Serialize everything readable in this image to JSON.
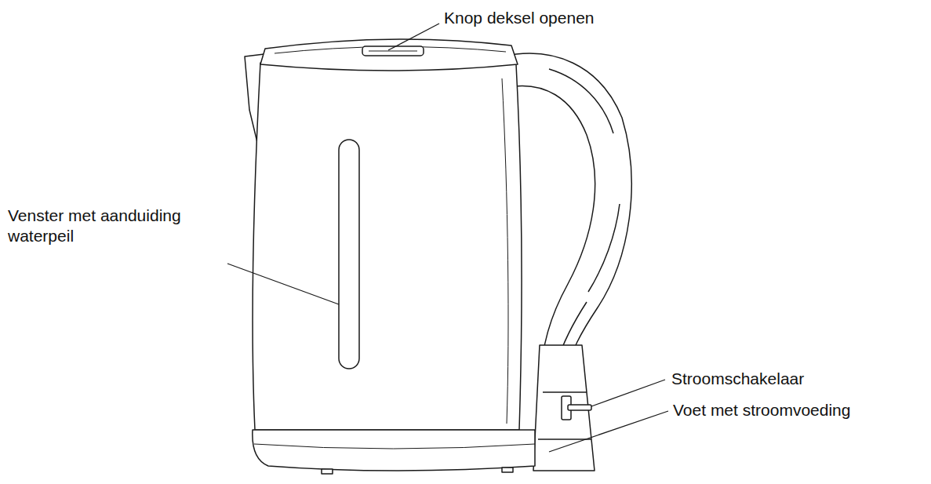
{
  "diagram": {
    "labels": [
      "Knop deksel openen",
      "Venster met aanduiding waterpeil",
      "Stroomschakelaar",
      "Voet met stroomvoeding"
    ]
  }
}
